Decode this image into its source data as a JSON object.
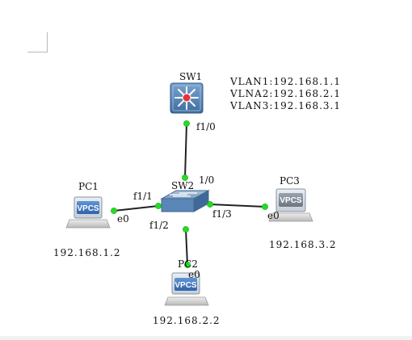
{
  "devices": {
    "sw1": {
      "label": "SW1"
    },
    "sw2": {
      "label": "SW2"
    },
    "pc1": {
      "label": "PC1",
      "badge": "VPCS",
      "ip": "192.168.1.2"
    },
    "pc2": {
      "label": "PC2",
      "badge": "VPCS",
      "ip": "192.168.2.2"
    },
    "pc3": {
      "label": "PC3",
      "badge": "VPCS",
      "ip": "192.168.3.2"
    }
  },
  "ports": {
    "sw1_f1_0": "f1/0",
    "sw2_1_0": "1/0",
    "sw2_f1_1": "f1/1",
    "sw2_f1_2": "f1/2",
    "sw2_f1_3": "f1/3",
    "pc1_e0": "e0",
    "pc2_e0": "e0",
    "pc3_e0": "e0"
  },
  "vlan_notes": [
    "VLAN1:192.168.1.1",
    "VLNA2:192.168.2.1",
    "VLAN3:192.168.3.1"
  ],
  "colors": {
    "link": "#222222",
    "port_dot": "#22dd22",
    "switch_blue": "#5b86b8",
    "vpcs_blue": "#3f78c0"
  }
}
